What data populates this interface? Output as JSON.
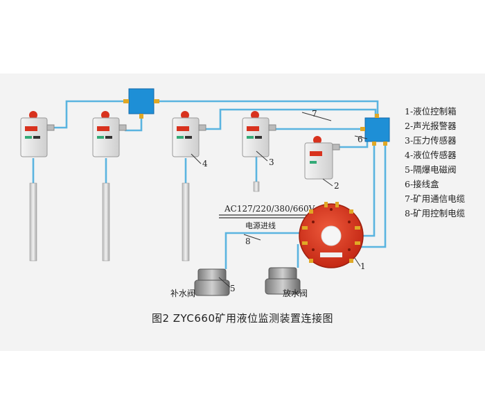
{
  "caption": "图2 ZYC660矿用液位监测装置连接图",
  "legend": [
    "1-液位控制箱",
    "2-声光报警器",
    "3-压力传感器",
    "4-液位传感器",
    "5-隔爆电磁阀",
    "6-接线盒",
    "7-矿用通信电缆",
    "8-矿用控制电缆"
  ],
  "callouts": {
    "n1": "1",
    "n2": "2",
    "n3": "3",
    "n4": "4",
    "n5": "5",
    "n6": "6",
    "n7": "7",
    "n8": "8"
  },
  "power_label": "AC127/220/380/660V",
  "power_sub_label": "电源进线",
  "valve_fill_label": "补水阀",
  "valve_drain_label": "放水阀",
  "colors": {
    "cable": "#5ab4e0",
    "junction_box": "#1e8fd6",
    "controller": "#d8321e",
    "device_body": "#e4e4e4"
  }
}
